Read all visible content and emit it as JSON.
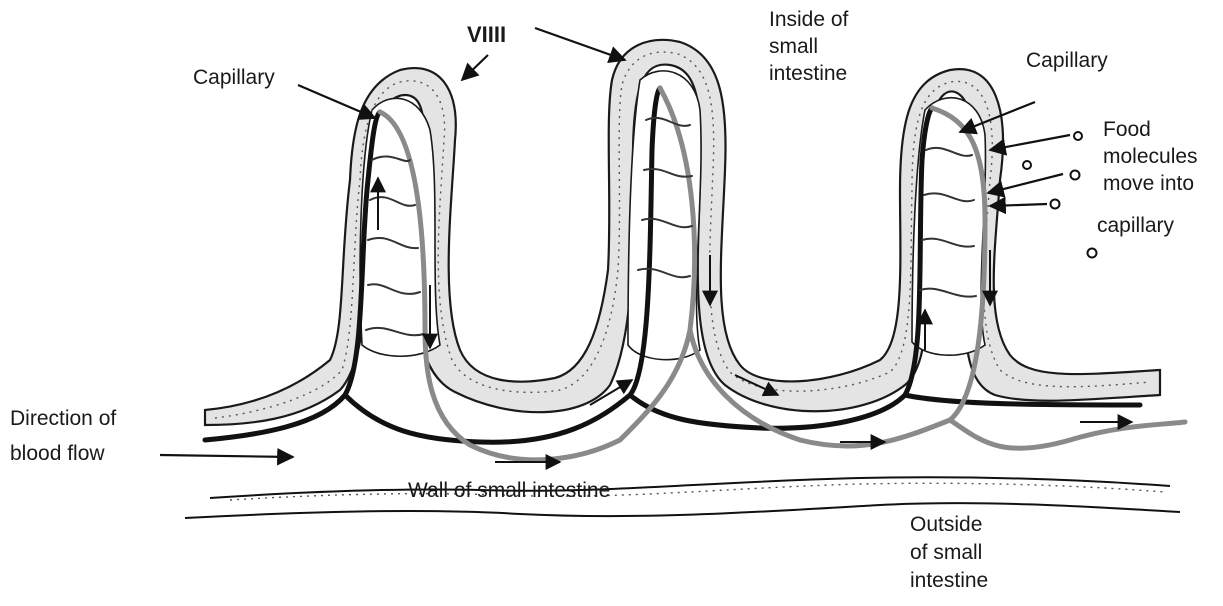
{
  "labels": {
    "villi": "VIIII",
    "inside_line1": "Inside of",
    "inside_line2": "small",
    "inside_line3": "intestine",
    "capillary_left": "Capillary",
    "capillary_right": "Capillary",
    "food_line1": "Food",
    "food_line2": "molecules",
    "food_line3": "move into",
    "food_line4": "capillary",
    "direction_line1": "Direction of",
    "direction_line2": "blood flow",
    "wall": "Wall of small intestine",
    "outside_line1": "Outside",
    "outside_line2": "of small",
    "outside_line3": "intestine"
  }
}
